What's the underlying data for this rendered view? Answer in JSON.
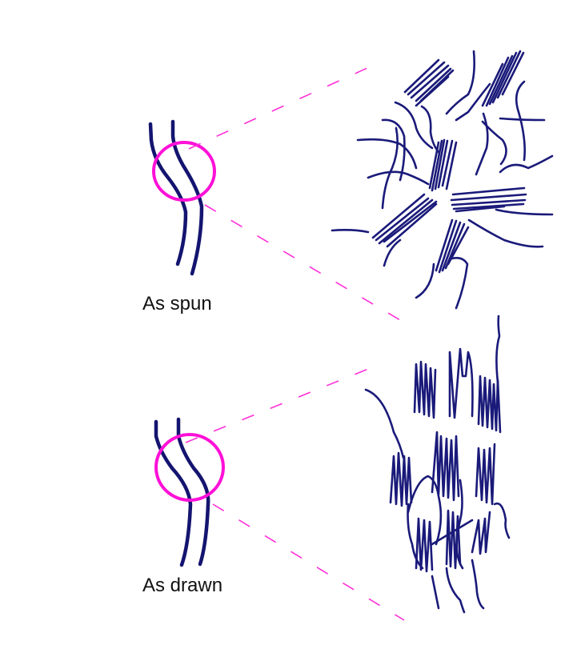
{
  "panels": [
    {
      "id": "spun",
      "label": "As spun",
      "structure": "oriented bundles radiating from a center with loose curly fibers"
    },
    {
      "id": "drawn",
      "label": "As drawn",
      "structure": "vertically aligned bundles with wavy tie fibers"
    }
  ],
  "colors": {
    "fiber": "#1a1a7a",
    "highlight_circle": "#ff10d8",
    "zoom_lines": "#ff30d8",
    "background": "#ffffff"
  }
}
